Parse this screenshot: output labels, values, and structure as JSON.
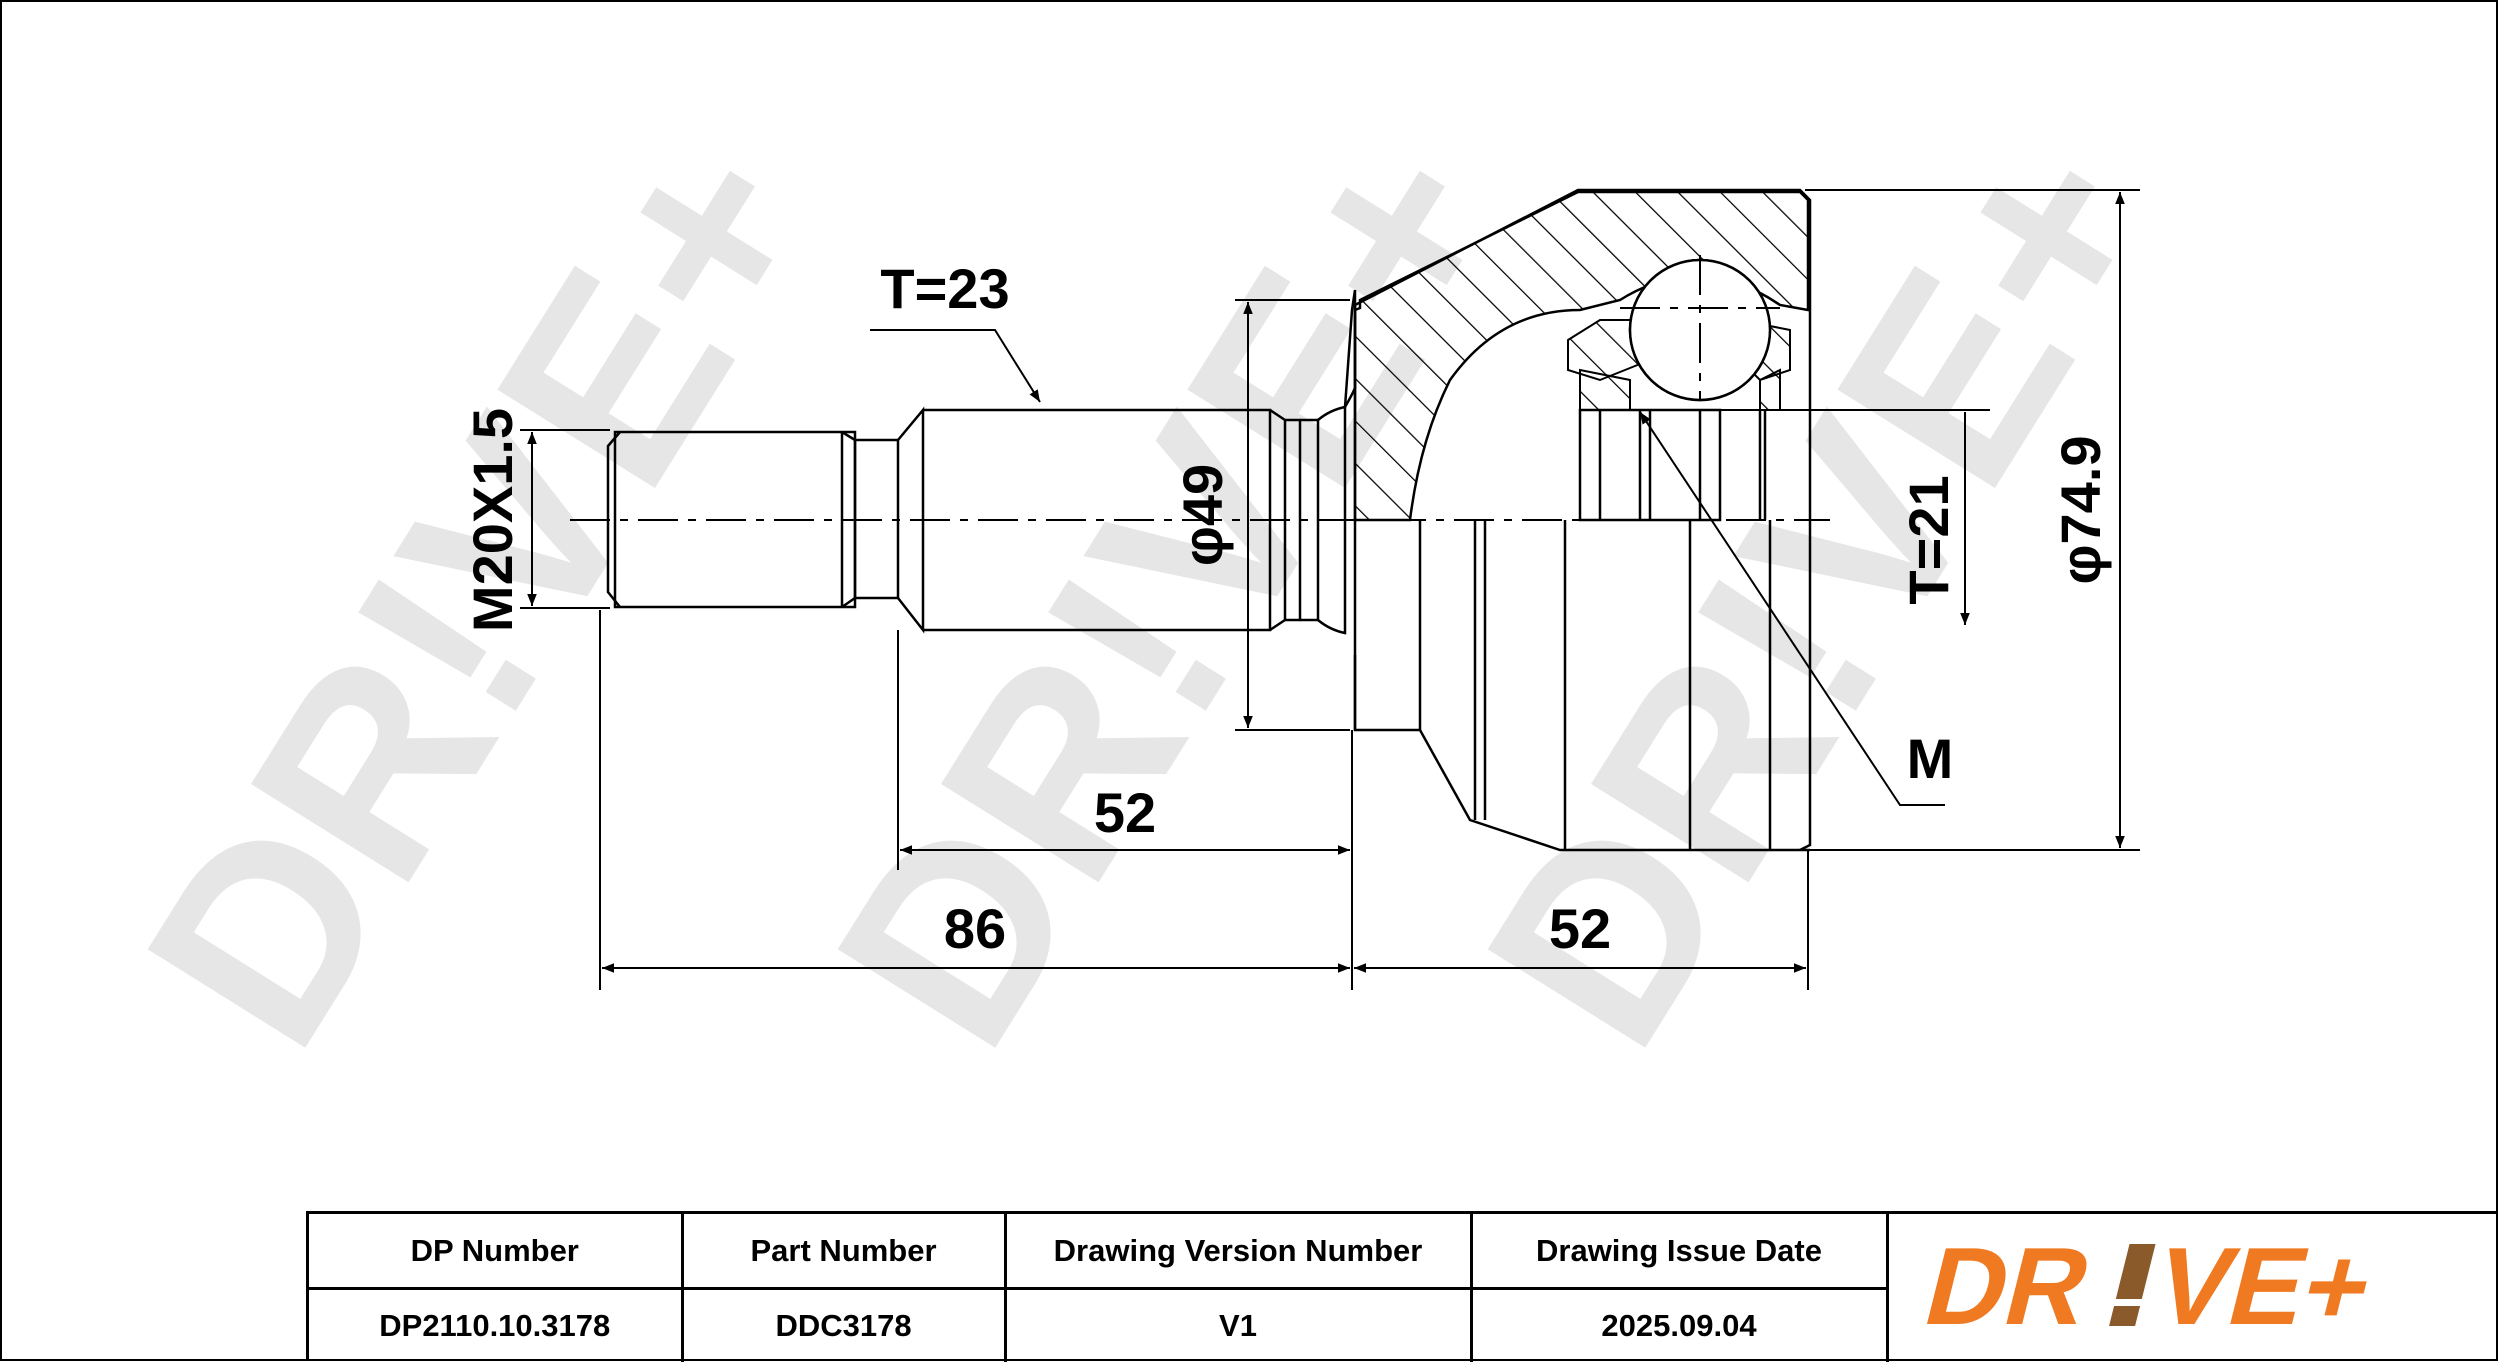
{
  "drawing": {
    "dimensions": {
      "thread": "M20X1.5",
      "spline_shaft": "T=23",
      "shaft_diameter": "φ49",
      "spline_hub": "T=21",
      "outer_diameter": "φ74.9",
      "marker": "M",
      "stem_length": "52",
      "overall_shaft_length": "86",
      "body_length": "52"
    },
    "watermark": "DR!VE+"
  },
  "title_block": {
    "headers": [
      "DP Number",
      "Part Number",
      "Drawing Version Number",
      "Drawing Issue Date"
    ],
    "values": [
      "DP2110.10.3178",
      "DDC3178",
      "V1",
      "2025.09.04"
    ]
  },
  "logo": {
    "text_before": "DR",
    "text_after": "VE+",
    "color": "#f07a22",
    "accent_color": "#8a5a2b"
  },
  "colors": {
    "line": "#000000",
    "watermark": "#e3e3e3"
  }
}
